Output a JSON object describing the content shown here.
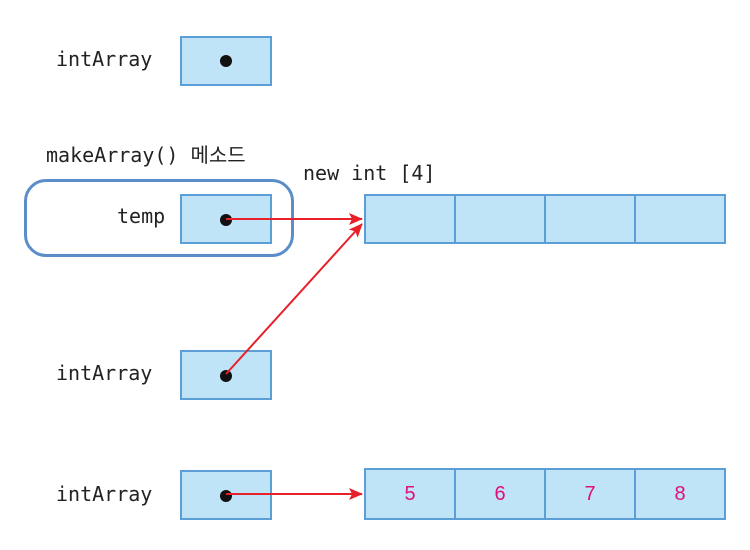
{
  "stage1": {
    "var_label": "intArray"
  },
  "stage2": {
    "method_label": "makeArray() 메소드",
    "temp_label": "temp",
    "new_array_label": "new int [4]",
    "cells": [
      "",
      "",
      "",
      ""
    ],
    "var_label": "intArray"
  },
  "stage3": {
    "var_label": "intArray",
    "cells": [
      "5",
      "6",
      "7",
      "8"
    ]
  },
  "colors": {
    "box_fill": "#bfe3f7",
    "box_border": "#5b9fd6",
    "arrow": "#e8202a",
    "value_text": "#e0107a",
    "method_frame": "#5b8ec9"
  }
}
